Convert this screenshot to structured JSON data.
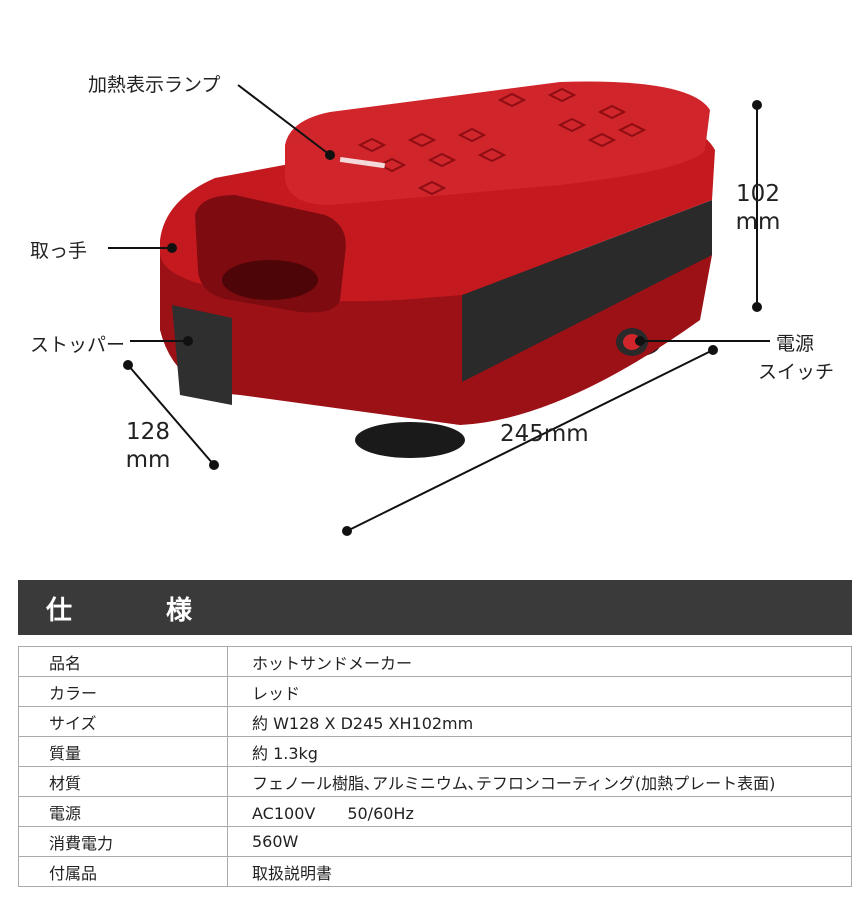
{
  "callouts": {
    "lamp": "加熱表示ランプ",
    "handle": "取っ手",
    "stopper": "ストッパー",
    "power_switch_line1": "電源",
    "power_switch_line2": "スイッチ"
  },
  "dimensions": {
    "height_value": "102",
    "height_unit": "mm",
    "width_value": "128",
    "width_unit": "mm",
    "depth": "245mm"
  },
  "spec": {
    "title_left": "仕",
    "title_right": "様",
    "rows": [
      {
        "key": "品名",
        "value": "ホットサンドメーカー"
      },
      {
        "key": "カラー",
        "value": "レッド"
      },
      {
        "key": "サイズ",
        "value": "約 W128 X D245 XH102mm"
      },
      {
        "key": "質量",
        "value": "約 1.3kg"
      },
      {
        "key": "材質",
        "value": "フェノール樹脂､アルミニウム､テフロンコーティング(加熱プレート表面)"
      },
      {
        "key": "電源",
        "value": "AC100V　　50/60Hz"
      },
      {
        "key": "消費電力",
        "value": "560W"
      },
      {
        "key": "付属品",
        "value": "取扱説明書"
      }
    ]
  },
  "colors": {
    "body_red": "#c41a1f",
    "dark_red": "#8e0d12",
    "header_bg": "#3a3a3a"
  }
}
